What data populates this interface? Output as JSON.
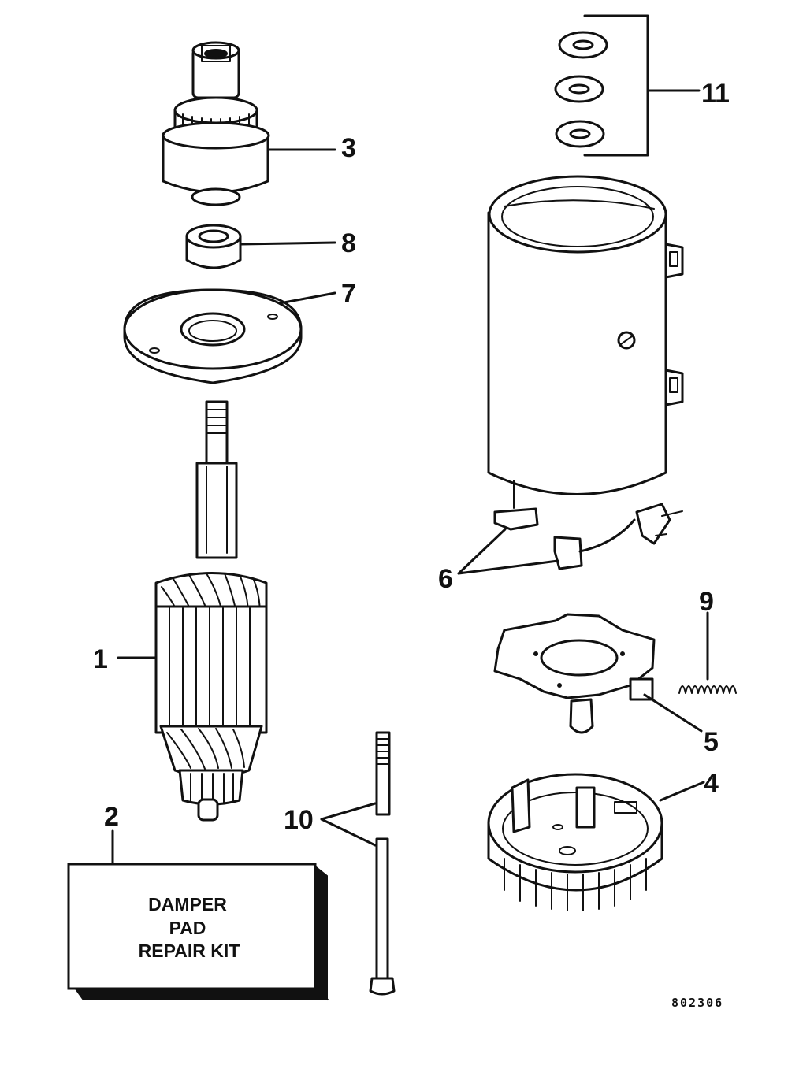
{
  "diagram": {
    "callouts": [
      "1",
      "2",
      "3",
      "4",
      "5",
      "6",
      "7",
      "8",
      "9",
      "10",
      "11"
    ],
    "kit_label": [
      "DAMPER",
      "PAD",
      "REPAIR KIT"
    ],
    "figure_number": "802306",
    "colors": {
      "ink": "#111111",
      "paper": "#ffffff"
    }
  }
}
